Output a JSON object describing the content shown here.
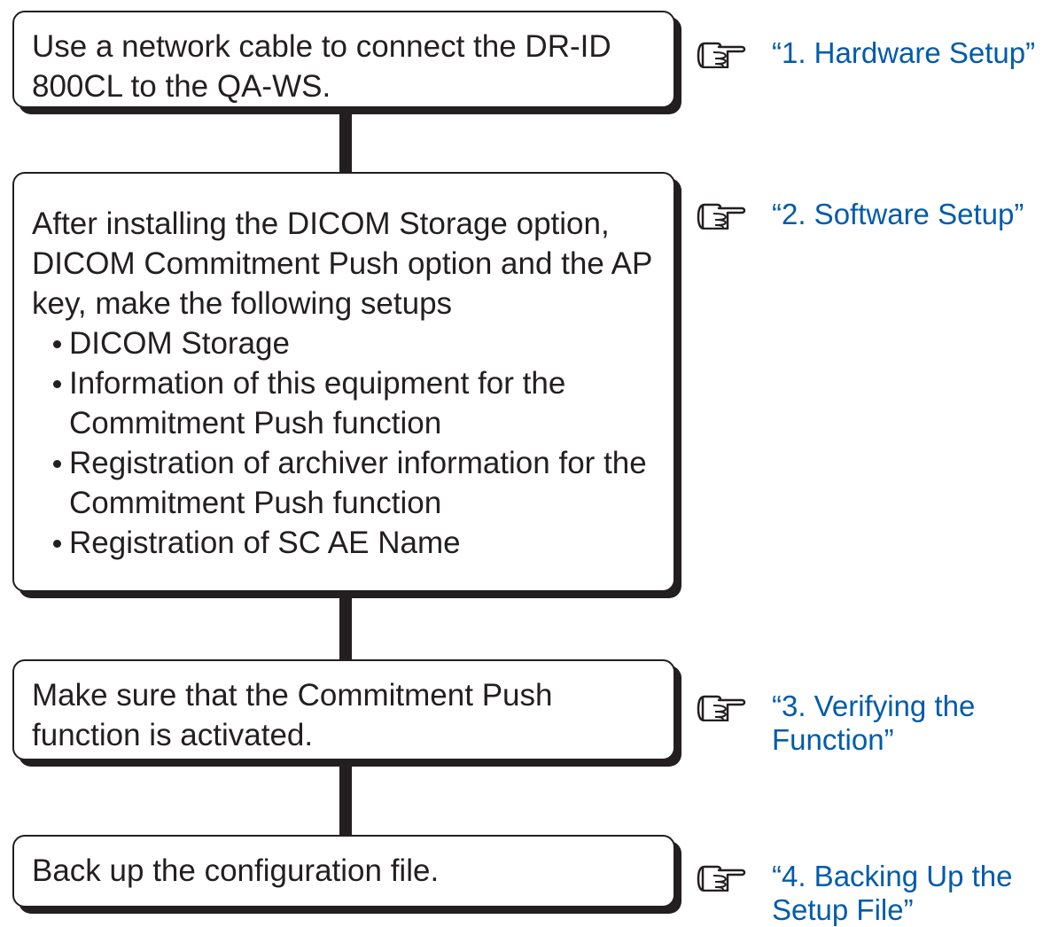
{
  "colors": {
    "line": "#231f20",
    "link": "#005bab"
  },
  "icon": "pointing-hand-icon",
  "steps": [
    {
      "text": "Use a network cable to connect the DR-ID 800CL to the QA-WS.",
      "reference": "“1. Hardware Setup”"
    },
    {
      "intro": "After installing the DICOM Storage option, DICOM Commitment Push option and the AP key, make the following setups",
      "items": [
        "DICOM Storage",
        "Information of this equipment for the Commitment Push function",
        "Registration of archiver information for the Commitment Push function",
        "Registration of SC AE Name"
      ],
      "reference": "“2. Software Setup”"
    },
    {
      "text": "Make sure that the Commitment Push function is activated.",
      "reference": "“3. Verifying the Function”"
    },
    {
      "text": "Back up the configuration file.",
      "reference": "“4. Backing Up the Setup File”"
    }
  ]
}
